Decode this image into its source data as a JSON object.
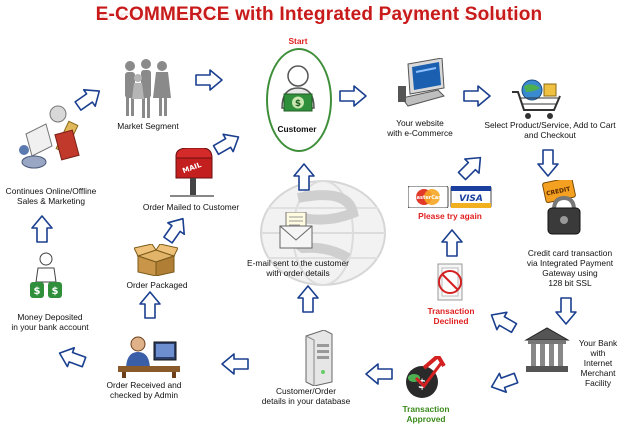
{
  "title": "E-COMMERCE with Integrated Payment Solution",
  "nodes": {
    "start": "Start",
    "customer": "Customer",
    "website": [
      "Your website",
      "with e-Commerce"
    ],
    "select_product": [
      "Select Product/Service, Add to Cart",
      "and Checkout"
    ],
    "credit_card": [
      "Credit card transaction",
      "via Integrated Payment",
      "Gateway using",
      "128 bit SSL"
    ],
    "bank": [
      "Your Bank",
      "with",
      "Internet",
      "Merchant",
      "Facility"
    ],
    "approved": [
      "Transaction",
      "Approved"
    ],
    "declined": [
      "Transaction",
      "Declined"
    ],
    "try_again": "Please try again",
    "card_brands": [
      "MasterCard",
      "VISA"
    ],
    "database": [
      "Customer/Order",
      "details in your database"
    ],
    "admin": [
      "Order Received and",
      "checked by Admin"
    ],
    "money": [
      "Money Deposited",
      "in your bank account"
    ],
    "packaged": "Order Packaged",
    "mailed": "Order Mailed to Customer",
    "marketing": [
      "Continues Online/Offline",
      "Sales & Marketing"
    ],
    "market_segment": "Market Segment",
    "email": [
      "E-mail sent to the customer",
      "with order details"
    ],
    "cc_label": "CREDIT",
    "mailbox_label": "MAIL"
  },
  "colors": {
    "title": "#c81a1a",
    "arrow": "#1a3f8f",
    "highlight_red": "#e02020",
    "approved_green": "#3a8a1a",
    "oval_border": "#3f8f3a"
  }
}
